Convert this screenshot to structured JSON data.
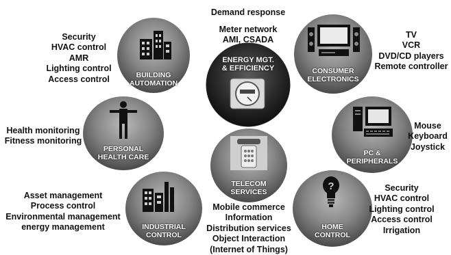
{
  "nodes": {
    "energy": {
      "label": [
        "ENERGY MGT.",
        "& EFFICIENCY"
      ],
      "apps": [
        "Meter network",
        "AMI, CSADA"
      ],
      "top_text": "Demand response"
    },
    "building": {
      "label": [
        "BUILDING",
        "AUTOMATION"
      ],
      "apps": [
        "Security",
        "HVAC control",
        "AMR",
        "Lighting control",
        "Access control"
      ]
    },
    "consumer": {
      "label": [
        "CONSUMER",
        "ELECTRONICS"
      ],
      "apps": [
        "TV",
        "VCR",
        "DVD/CD players",
        "Remote controller"
      ]
    },
    "personal": {
      "label": [
        "PERSONAL",
        "HEALTH CARE"
      ],
      "apps": [
        "Health monitoring",
        "Fitness monitoring"
      ]
    },
    "pc": {
      "label": [
        "PC &",
        "PERIPHERALS"
      ],
      "apps": [
        "Mouse",
        "Keyboard",
        "Joystick"
      ]
    },
    "telecom": {
      "label": [
        "TELECOM",
        "SERVICES"
      ],
      "apps": [
        "Mobile commerce",
        "Information",
        "Distribution services",
        "Object Interaction",
        "(Internet of Things)"
      ]
    },
    "industrial": {
      "label": [
        "INDUSTRIAL",
        "CONTROL"
      ],
      "apps": [
        "Asset management",
        "Process control",
        "Environmental management",
        "energy management"
      ]
    },
    "home": {
      "label": [
        "HOME",
        "CONTROL"
      ],
      "apps": [
        "Security",
        "HVAC control",
        "Lighting control",
        "Access control",
        "Irrigation"
      ]
    }
  }
}
